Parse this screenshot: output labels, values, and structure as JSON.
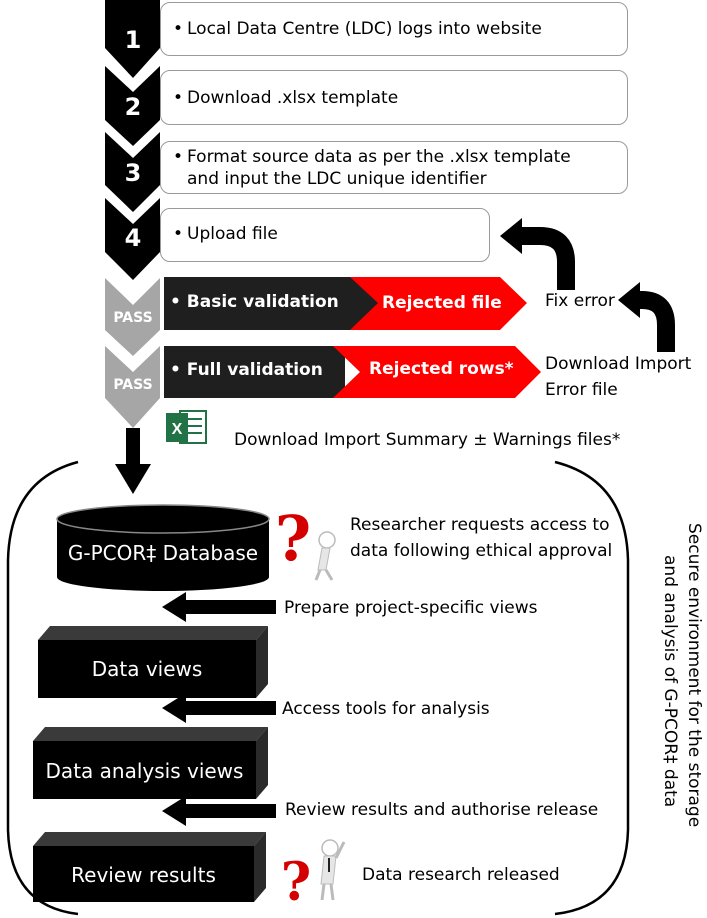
{
  "steps": [
    {
      "num": "1",
      "text": "Local Data Centre (LDC) logs into website"
    },
    {
      "num": "2",
      "text": "Download .xlsx template"
    },
    {
      "num": "3",
      "text": "Format source data as per the .xlsx template and input the LDC unique identifier"
    },
    {
      "num": "4",
      "text": "Upload file"
    }
  ],
  "validation": {
    "pass_label": "PASS",
    "basic": {
      "label": "Basic validation",
      "reject": "Rejected file"
    },
    "full": {
      "label": "Full validation",
      "reject": "Rejected rows*"
    },
    "fix_error": "Fix error",
    "download_error_line1": "Download Import",
    "download_error_line2": "Error file",
    "download_summary": "Download Import Summary ± Warnings files*"
  },
  "secure": {
    "database": "G-PCOR‡ Database",
    "researcher_line1": "Researcher requests access to",
    "researcher_line2": "data following ethical approval",
    "prepare": "Prepare project-specific views",
    "data_views": "Data views",
    "access_tools": "Access tools for analysis",
    "analysis_views": "Data analysis views",
    "review_release": "Review results and authorise release",
    "review_results": "Review results",
    "released": "Data research released",
    "side_line1": "Secure environment for the storage",
    "side_line2": "and analysis of G-PCOR‡ data"
  },
  "icons": [
    "excel-icon",
    "question-mark-figure-icon"
  ],
  "colors": {
    "black": "#000000",
    "red": "#ff0000",
    "grey": "#a6a6a6",
    "bar": "#1f1f1f"
  }
}
